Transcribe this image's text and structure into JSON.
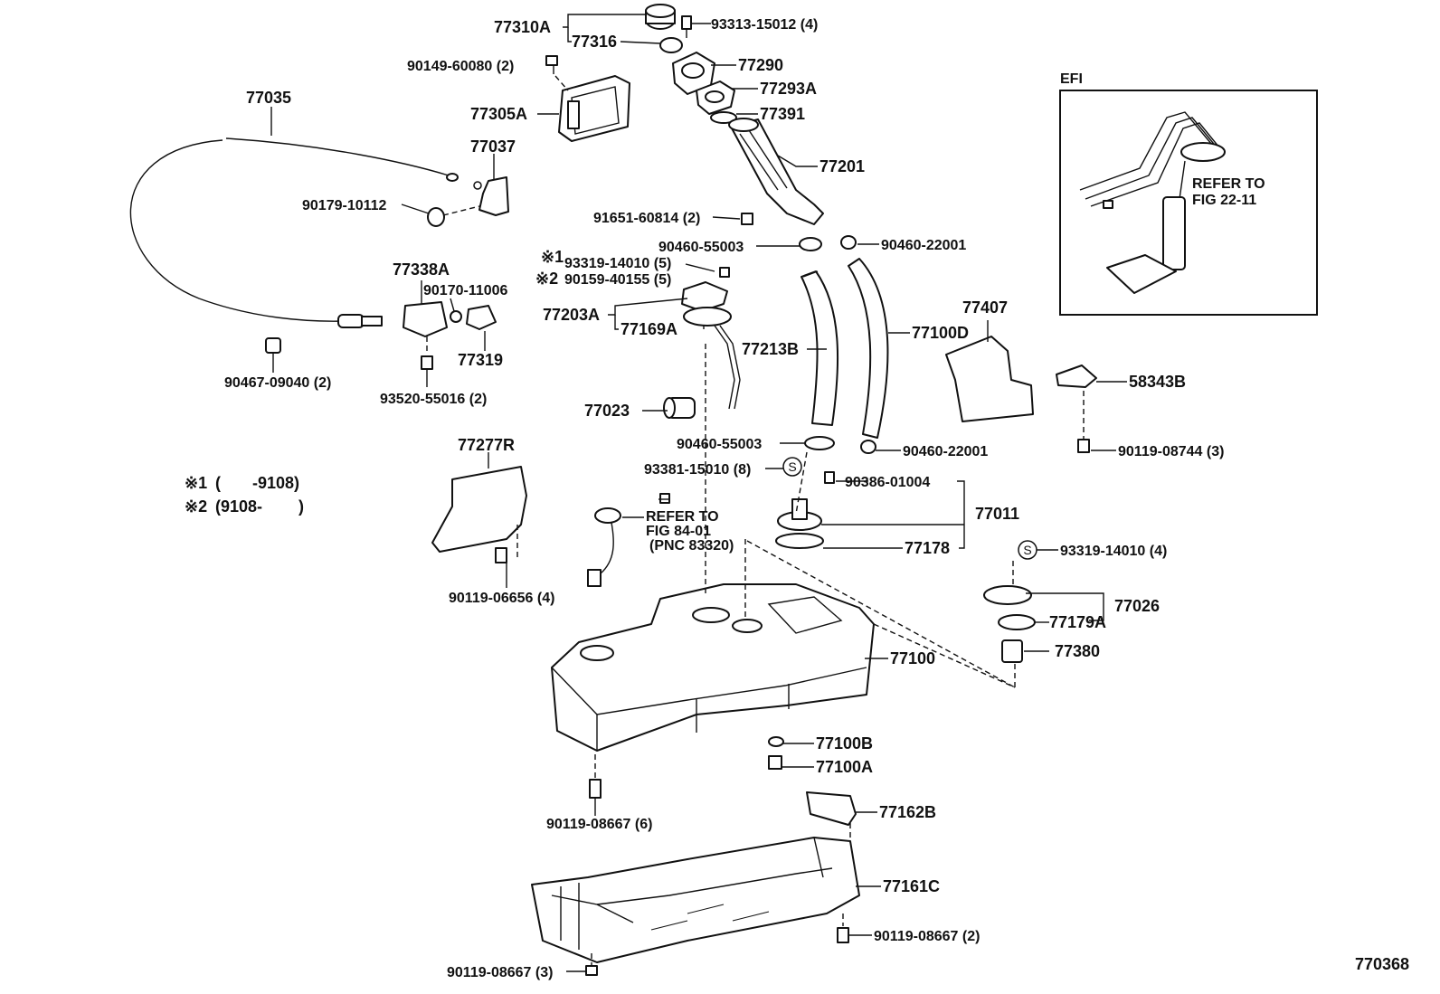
{
  "figure_id": "770368",
  "efi_inset": {
    "title": "EFI",
    "refer_line1": "REFER TO",
    "refer_line2": "FIG 22-11"
  },
  "notes": [
    {
      "mark": "※1",
      "text": "(       -9108)"
    },
    {
      "mark": "※2",
      "text": "(9108-        )"
    }
  ],
  "refer_fig84": {
    "line1": "REFER TO",
    "line2": "FIG 84-01",
    "line3": "(PNC 83320)"
  },
  "labels": {
    "p77310A": "77310A",
    "p77316": "77316",
    "p93313": "93313-15012 (4)",
    "p90149": "90149-60080 (2)",
    "p77290": "77290",
    "p77293A": "77293A",
    "p77391": "77391",
    "p77305A": "77305A",
    "p77201": "77201",
    "p77035": "77035",
    "p77037": "77037",
    "p90179": "90179-10112",
    "p91651": "91651-60814 (2)",
    "p90460a": "90460-55003",
    "p90460b": "90460-22001",
    "p93319a": "93319-14010 (5)",
    "p90159": "90159-40155 (5)",
    "p77338A": "77338A",
    "p90170": "90170-11006",
    "p77203A": "77203A",
    "p77169A": "77169A",
    "p77213B": "77213B",
    "p77100D": "77100D",
    "p77407": "77407",
    "p58343B": "58343B",
    "p77319": "77319",
    "p90467": "90467-09040 (2)",
    "p93520": "93520-55016 (2)",
    "p77023": "77023",
    "p90460c": "90460-55003",
    "p90460d": "90460-22001",
    "p90119a": "90119-08744 (3)",
    "p77277R": "77277R",
    "p93381": "93381-15010 (8)",
    "p90386": "90386-01004",
    "p77011": "77011",
    "p77178": "77178",
    "p93319b": "93319-14010 (4)",
    "p90119b": "90119-06656 (4)",
    "p77026": "77026",
    "p77179A": "77179A",
    "p77100": "77100",
    "p77380": "77380",
    "p77100B": "77100B",
    "p77100A": "77100A",
    "p90119c": "90119-08667 (6)",
    "p77162B": "77162B",
    "p77161C": "77161C",
    "p90119d": "90119-08667 (2)",
    "p90119e": "90119-08667 (3)",
    "s_mark": "S",
    "s_mark2": "S",
    "mark1": "※1",
    "mark2": "※2"
  }
}
